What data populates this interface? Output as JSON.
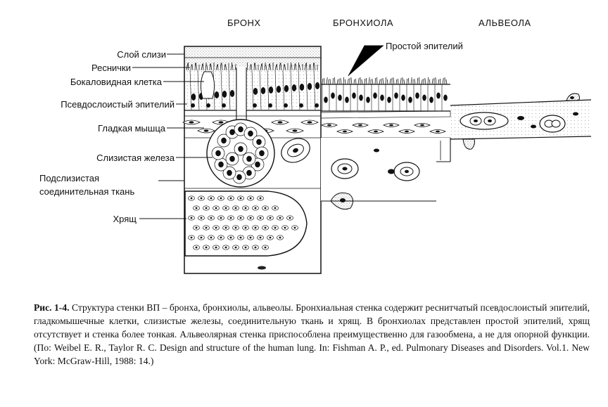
{
  "columns": {
    "bronchus": "БРОНХ",
    "bronchiole": "БРОНХИОЛА",
    "alveolus": "АЛЬВЕОЛА"
  },
  "labels": {
    "mucus_layer": "Слой слизи",
    "cilia": "Реснички",
    "goblet_cell": "Бокаловидная клетка",
    "pseudostratified": "Псевдослоистый эпителий",
    "smooth_muscle": "Гладкая мышца",
    "mucous_gland": "Слизистая железа",
    "submucosa_line1": "Подслизистая",
    "submucosa_line2": "соединительная ткань",
    "cartilage": "Хрящ",
    "simple_epithelium": "Простой эпителий"
  },
  "caption": {
    "figure_label": "Рис. 1-4.",
    "text": "Структура стенки ВП – бронха, бронхиолы, альвеолы. Бронхиальная стенка содержит реснитчатый псевдослоистый эпителий, гладкомышечные клетки, слизистые железы, соединительную ткань и хрящ. В бронхиолах представлен простой эпителий, хрящ отсутствует и стенка более тонкая. Альвеолярная стенка приспособлена преимущественно для газообмена, а не для опорной функции. (По: Weibel E. R., Taylor R. C. Design and structure of the human lung. In: Fishman A. P., ed. Pulmonary Diseases and Disorders. Vol.1. New York: McGraw-Hill, 1988: 14.)"
  }
}
